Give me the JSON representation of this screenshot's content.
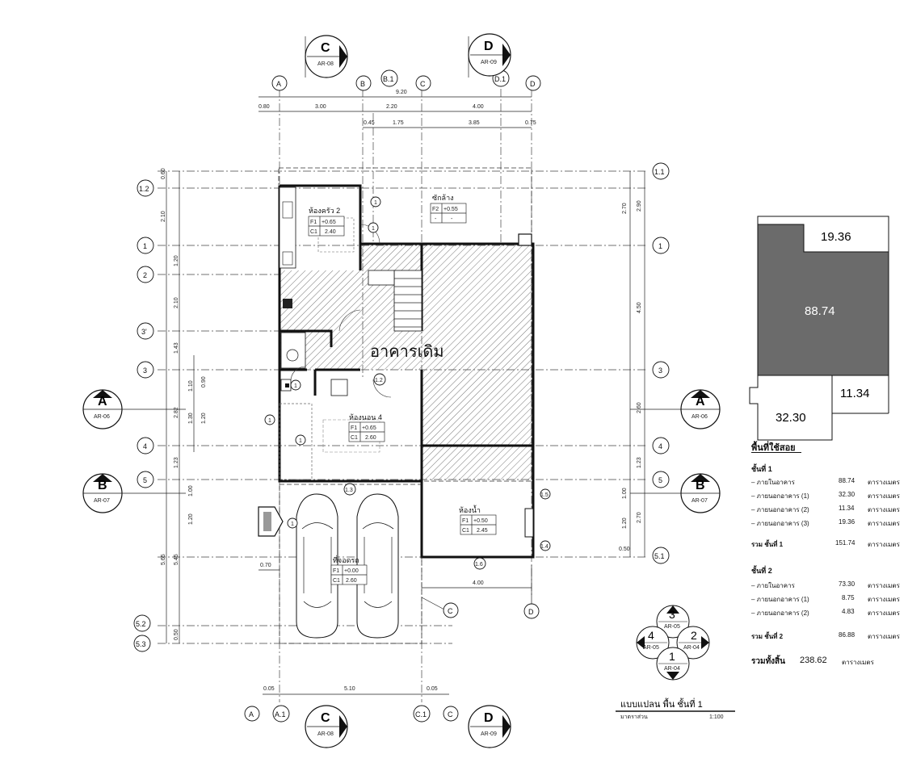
{
  "grid_top": [
    "A",
    "B",
    "B.1",
    "C",
    "D.1",
    "D"
  ],
  "grid_bottom": [
    "A",
    "A.1",
    "C.1",
    "C"
  ],
  "grid_right": [
    "1.1",
    "1",
    "3",
    "4",
    "5",
    "5.1"
  ],
  "grid_left": [
    "1.2",
    "1",
    "2",
    "3'",
    "3",
    "4",
    "5",
    "5.2",
    "5.3"
  ],
  "grid_mid": [
    "C",
    "D"
  ],
  "section_tags": {
    "A": {
      "letter": "A",
      "ref": "AR-06"
    },
    "B": {
      "letter": "B",
      "ref": "AR-07"
    },
    "C": {
      "letter": "C",
      "ref": "AR-08"
    },
    "D": {
      "letter": "D",
      "ref": "AR-09"
    }
  },
  "dims_top1": {
    "total": "9.20"
  },
  "dims_top2": [
    "0.80",
    "3.00",
    "2.20",
    "4.00"
  ],
  "dims_top3": [
    "0.45",
    "1.75",
    "3.85",
    "0.75"
  ],
  "dims_left": [
    "0.60",
    "2.10",
    "1.20",
    "2.10",
    "1.43",
    "1.10",
    "0.90",
    "1.30",
    "1.20",
    "1.23",
    "1.00",
    "1.20",
    "2.82",
    "5.65",
    "5.45",
    "0.50"
  ],
  "dims_right": [
    "2.70",
    "2.90",
    "4.50",
    "2.60",
    "1.23",
    "1.00",
    "1.20",
    "2.70",
    "0.50"
  ],
  "dims_bottom": [
    "0.05",
    "5.10",
    "0.05"
  ],
  "dims_misc": [
    "0.70",
    "4.00"
  ],
  "rooms": {
    "kitchen_name": "ห้องครัว 2",
    "kitchen_f": "F1",
    "kitchen_fval": "+0.65",
    "kitchen_c": "C1",
    "kitchen_cval": "2.40",
    "laundry_name": "ซักล้าง",
    "laundry_f": "F2",
    "laundry_fval": "+0.55",
    "laundry_dash": "-",
    "existing": "อาคารเดิม",
    "bedroom_name": "ห้องนอน 4",
    "bedroom_f": "F1",
    "bedroom_fval": "+0.65",
    "bedroom_c": "C1",
    "bedroom_cval": "2.60",
    "parking_name": "ที่จอดรถ",
    "parking_f": "F1",
    "parking_fval": "+0.00",
    "parking_c": "C1",
    "parking_cval": "2.60",
    "bath_name": "ห้องน้ำ",
    "bath_f": "F1",
    "bath_fval": "+0.50",
    "bath_c": "C1",
    "bath_cval": "2.45"
  },
  "markers": [
    "1",
    "1",
    "1.2",
    "1",
    "1",
    "1",
    "1.3",
    "1",
    "1",
    "1",
    "1.5",
    "1",
    "1.6",
    "1.4"
  ],
  "area_diagram": {
    "a": "19.36",
    "b": "88.74",
    "c": "11.34",
    "d": "32.30"
  },
  "area_table": {
    "title": "พื้นที่ใช้สอย",
    "floor1_title": "ชั้นที่ 1",
    "floor1_rows": [
      {
        "label": "– ภายในอาคาร",
        "value": "88.74",
        "unit": "ตารางเมตร"
      },
      {
        "label": "– ภายนอกอาคาร (1)",
        "value": "32.30",
        "unit": "ตารางเมตร"
      },
      {
        "label": "– ภายนอกอาคาร (2)",
        "value": "11.34",
        "unit": "ตารางเมตร"
      },
      {
        "label": "– ภายนอกอาคาร (3)",
        "value": "19.36",
        "unit": "ตารางเมตร"
      }
    ],
    "floor1_total_label": "รวม ชั้นที่ 1",
    "floor1_total": "151.74",
    "floor1_total_unit": "ตารางเมตร",
    "floor2_title": "ชั้นที่ 2",
    "floor2_rows": [
      {
        "label": "– ภายในอาคาร",
        "value": "73.30",
        "unit": "ตารางเมตร"
      },
      {
        "label": "– ภายนอกอาคาร (1)",
        "value": "8.75",
        "unit": "ตารางเมตร"
      },
      {
        "label": "– ภายนอกอาคาร (2)",
        "value": "4.83",
        "unit": "ตารางเมตร"
      }
    ],
    "floor2_total_label": "รวม ชั้นที่ 2",
    "floor2_total": "86.88",
    "floor2_total_unit": "ตารางเมตร",
    "grand_label": "รวมทั้งสิ้น",
    "grand_total": "238.62",
    "grand_unit": "ตารางเมตร"
  },
  "elev_key": {
    "top": {
      "n": "3",
      "ref": "AR-05"
    },
    "left": {
      "n": "4",
      "ref": "AR-05"
    },
    "right": {
      "n": "2",
      "ref": "AR-04"
    },
    "bottom": {
      "n": "1",
      "ref": "AR-04"
    }
  },
  "drawing_title": "แบบแปลน พื้น ชั้นที่ 1",
  "drawing_sub": "มาตราส่วน",
  "drawing_scale": "1:100"
}
